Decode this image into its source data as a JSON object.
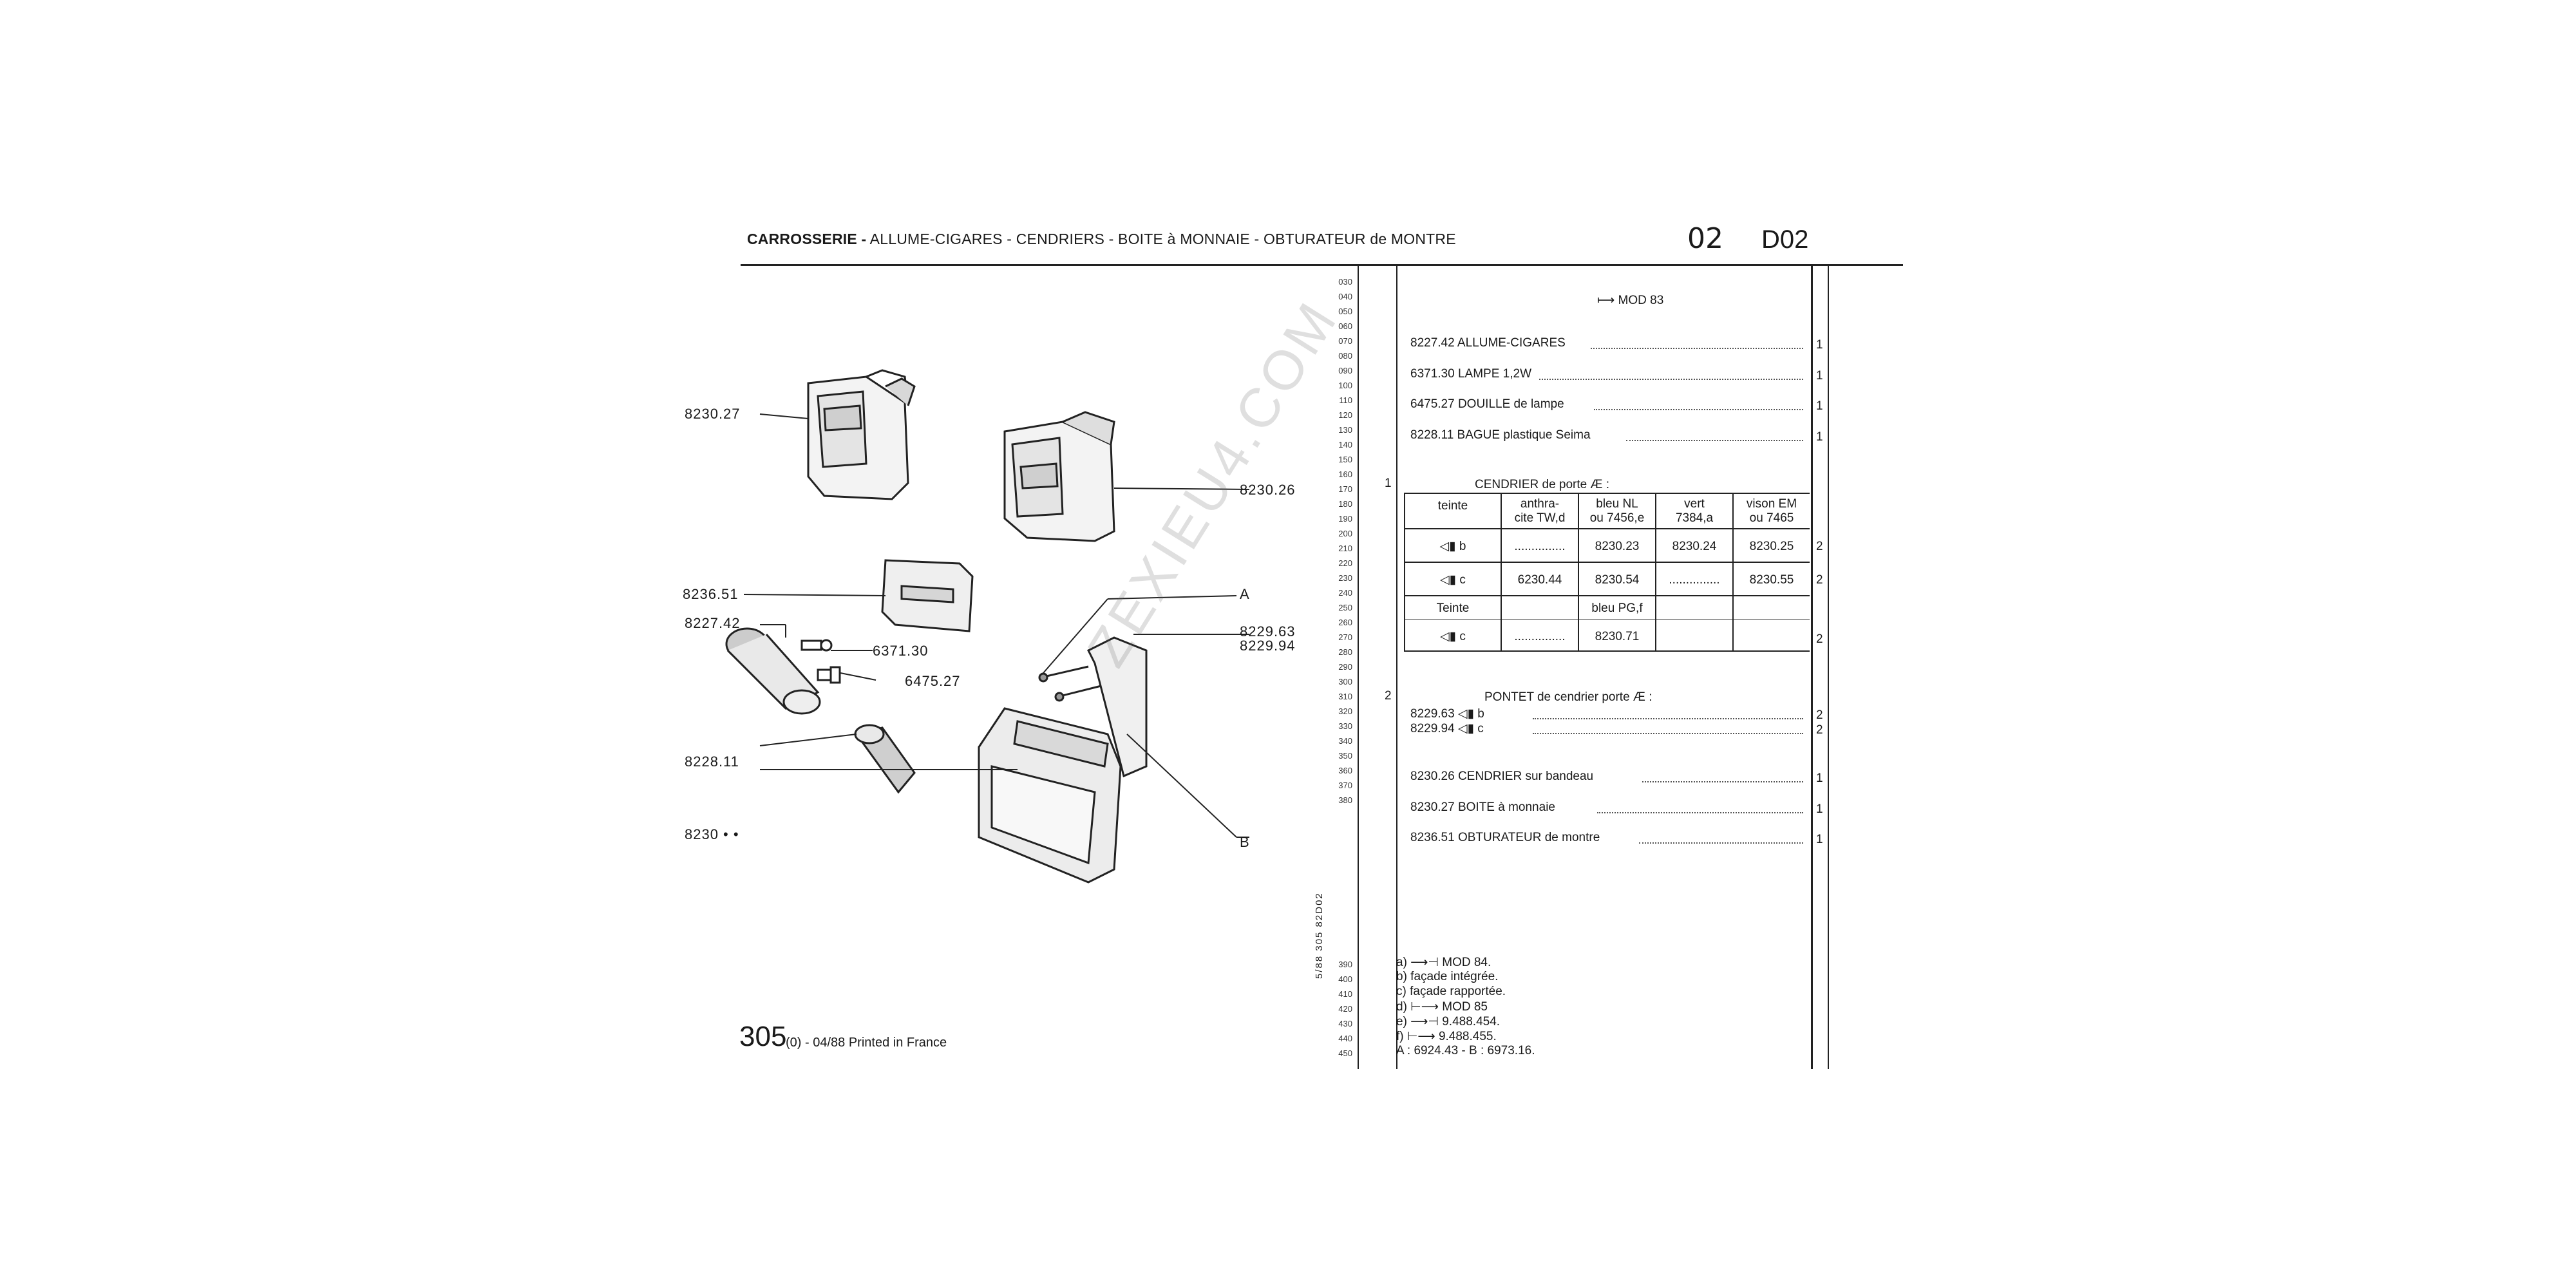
{
  "header": {
    "title_bold": "CARROSSERIE -",
    "title_rest": "ALLUME-CIGARES - CENDRIERS - BOITE à MONNAIE - OBTURATEUR de MONTRE",
    "code_handwritten": "02",
    "code": "D02"
  },
  "callouts": {
    "c1": "8230.27",
    "c2": "8230.26",
    "c3": "8236.51",
    "c4": "8227.42",
    "c5": "6371.30",
    "c6": "6475.27",
    "c7": "8228.11",
    "c8": "8230 • •",
    "c9": "A",
    "c10": "8229.63",
    "c11": "8229.94",
    "c12": "B"
  },
  "watermark": "ZEXIEU4.COM",
  "vertical_code": "5/88  305  82D02",
  "line_numbers": [
    "030",
    "040",
    "050",
    "060",
    "070",
    "080",
    "090",
    "100",
    "110",
    "120",
    "130",
    "140",
    "150",
    "160",
    "170",
    "180",
    "190",
    "200",
    "210",
    "220",
    "230",
    "240",
    "250",
    "260",
    "270",
    "280",
    "290",
    "300",
    "310",
    "320",
    "330",
    "340",
    "350",
    "360",
    "370",
    "380"
  ],
  "line_numbers_bottom": [
    "390",
    "400",
    "410",
    "420",
    "430",
    "440",
    "450"
  ],
  "parts": {
    "mod83": "⟼ MOD 83",
    "r1": "8227.42 ALLUME-CIGARES",
    "r2": "6371.30 LAMPE 1,2W",
    "r3": "6475.27 DOUILLE de lampe",
    "r4": "8228.11 BAGUE plastique Seima",
    "q": "1",
    "group1": "1",
    "cendrier_title": "CENDRIER de porte  Æ  :",
    "table": {
      "headers": [
        "teinte",
        "anthra-\ncite TW,d",
        "bleu NL\nou 7456,e",
        "vert\n7384,a",
        "vison EM\nou 7465"
      ],
      "rows": [
        {
          "teinte": "◁▮ b",
          "c1": "...............",
          "c2": "8230.23",
          "c3": "8230.24",
          "c4": "8230.25",
          "qty": "2"
        },
        {
          "teinte": "◁▮ c",
          "c1": "6230.44",
          "c2": "8230.54",
          "c3": "...............",
          "c4": "8230.55",
          "qty": "2"
        }
      ],
      "teinte2": "Teinte",
      "bleu_pg": "bleu PG,f",
      "row3": {
        "teinte": "◁▮ c",
        "c1": "...............",
        "c2": "8230.71",
        "qty": "2"
      }
    },
    "group2": "2",
    "pontet_title": "PONTET de cendrier porte  Æ  :",
    "p1": "8229.63  ◁▮ b",
    "p2": "8229.94  ◁▮ c",
    "qty2": "2",
    "r5": "8230.26 CENDRIER sur bandeau",
    "r6": "8230.27 BOITE à monnaie",
    "r7": "8236.51 OBTURATEUR de montre"
  },
  "notes": [
    "a) ⟶⊣ MOD 84.",
    "b) façade intégrée.",
    "c) façade rapportée.",
    "d) ⊢⟶ MOD 85",
    "e) ⟶⊣ 9.488.454.",
    "f) ⊢⟶ 9.488.455.",
    "A : 6924.43 - B : 6973.16."
  ],
  "footer": {
    "code": "305",
    "suffix": "(0) - 04/88 Printed in France"
  }
}
